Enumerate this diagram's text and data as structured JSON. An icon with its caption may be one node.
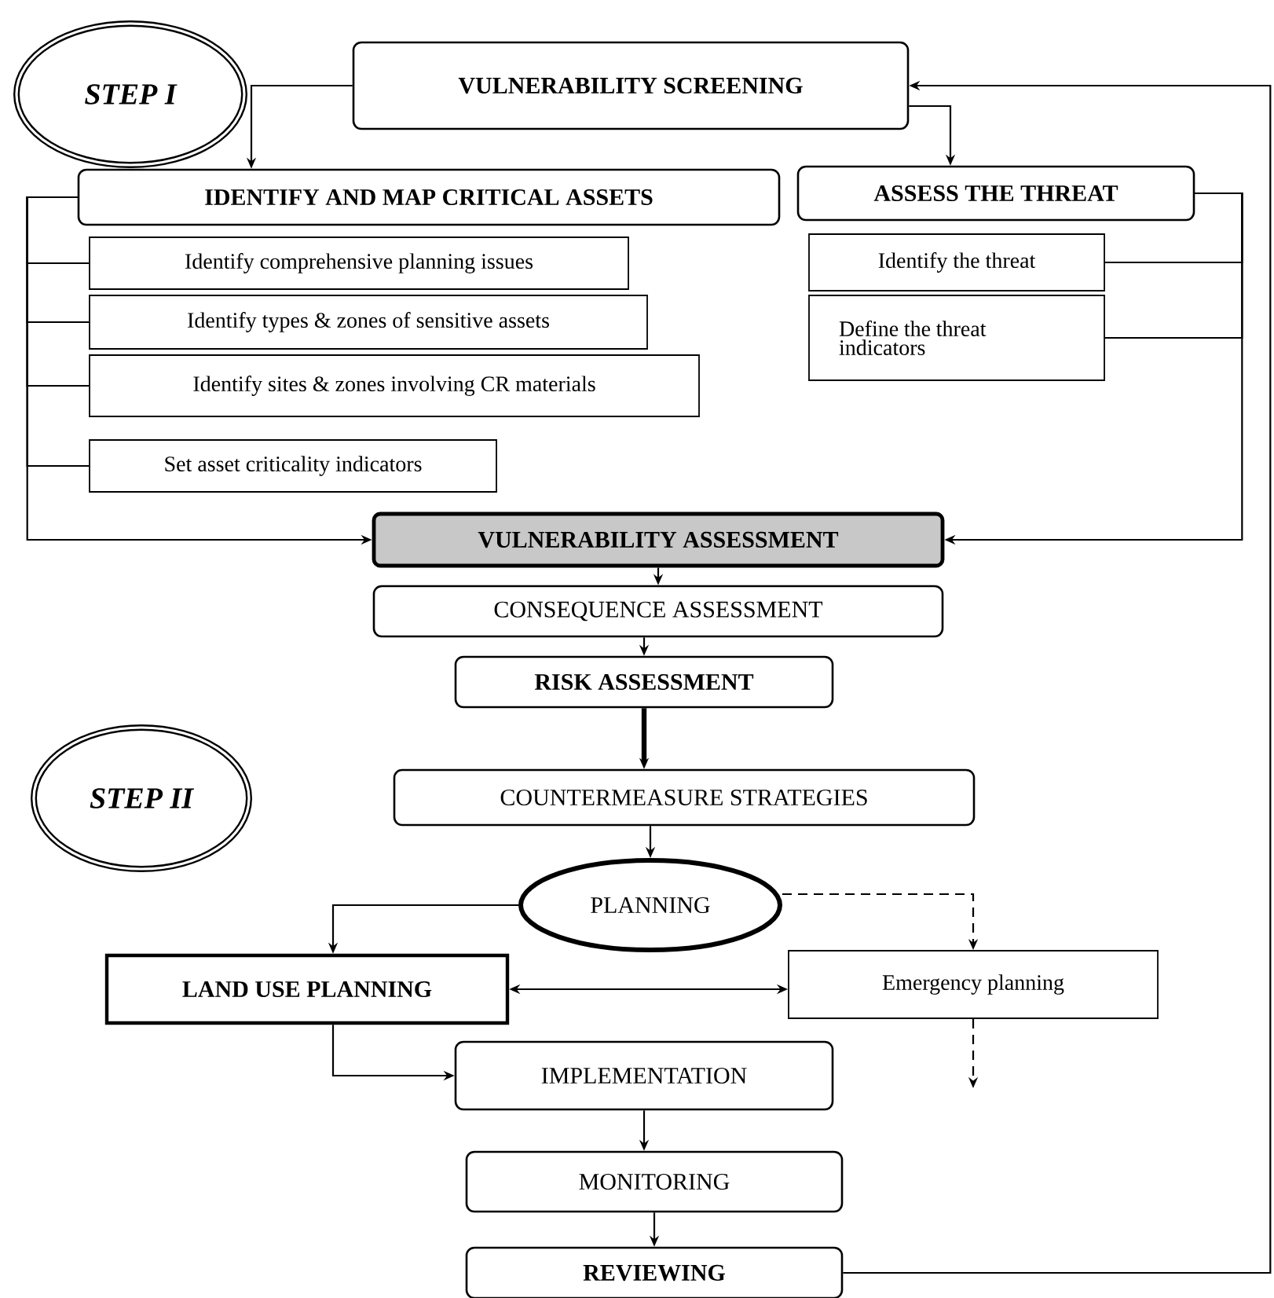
{
  "diagram": {
    "nodes": [
      {
        "text": [
          "STEP I"
        ]
      },
      {
        "text": [
          "VULNERABILITY SCREENING"
        ]
      },
      {
        "text": [
          "IDENTIFY AND MAP CRITICAL ASSETS"
        ]
      },
      {
        "text": [
          "ASSESS THE THREAT"
        ]
      },
      {
        "text": [
          "Identify comprehensive planning issues"
        ]
      },
      {
        "text": [
          "Identify types & zones of sensitive assets"
        ]
      },
      {
        "text": [
          "Identify sites & zones involving CR materials"
        ]
      },
      {
        "text": [
          "Set asset criticality indicators"
        ]
      },
      {
        "text": [
          "Identify the threat"
        ]
      },
      {
        "text": [
          "Define the threat indicators"
        ]
      },
      {
        "text": [
          "VULNERABILITY ASSESSMENT"
        ]
      },
      {
        "text": [
          "CONSEQUENCE ASSESSMENT"
        ]
      },
      {
        "text": [
          "RISK ASSESSMENT"
        ]
      },
      {
        "text": [
          "STEP II"
        ]
      },
      {
        "text": [
          "COUNTERMEASURE STRATEGIES"
        ]
      },
      {
        "text": [
          "PLANNING"
        ]
      },
      {
        "text": [
          "LAND USE PLANNING"
        ]
      },
      {
        "text": [
          "Emergency planning"
        ]
      },
      {
        "text": [
          "IMPLEMENTATION"
        ]
      },
      {
        "text": [
          "MONITORING"
        ]
      },
      {
        "text": [
          "REVIEWING"
        ]
      }
    ],
    "edges": [
      {
        "from": 1,
        "to": 2,
        "arrow": "to"
      },
      {
        "from": 1,
        "to": 3,
        "arrow": "to"
      },
      {
        "from": 2,
        "to": 4,
        "arrow": "none"
      },
      {
        "from": 2,
        "to": 5,
        "arrow": "none"
      },
      {
        "from": 2,
        "to": 6,
        "arrow": "none"
      },
      {
        "from": 2,
        "to": 7,
        "arrow": "none"
      },
      {
        "from": 2,
        "to": 10,
        "arrow": "to"
      },
      {
        "from": 3,
        "to": 8,
        "arrow": "none"
      },
      {
        "from": 3,
        "to": 9,
        "arrow": "none"
      },
      {
        "from": 3,
        "to": 10,
        "arrow": "to"
      },
      {
        "from": 10,
        "to": 11,
        "arrow": "to"
      },
      {
        "from": 11,
        "to": 12,
        "arrow": "to"
      },
      {
        "from": 12,
        "to": 14,
        "arrow": "to",
        "style": "thick"
      },
      {
        "from": 14,
        "to": 15,
        "arrow": "to"
      },
      {
        "from": 15,
        "to": 16,
        "arrow": "to"
      },
      {
        "from": 15,
        "to": 17,
        "arrow": "to",
        "style": "dashed"
      },
      {
        "from": 16,
        "to": 17,
        "arrow": "both"
      },
      {
        "from": 16,
        "to": 18,
        "arrow": "to"
      },
      {
        "from": 18,
        "to": 19,
        "arrow": "to"
      },
      {
        "from": 19,
        "to": 20,
        "arrow": "to"
      },
      {
        "from": 20,
        "to": 1,
        "arrow": "to"
      },
      {
        "from": 17,
        "to": null,
        "arrow": "to",
        "style": "dashed"
      }
    ]
  }
}
